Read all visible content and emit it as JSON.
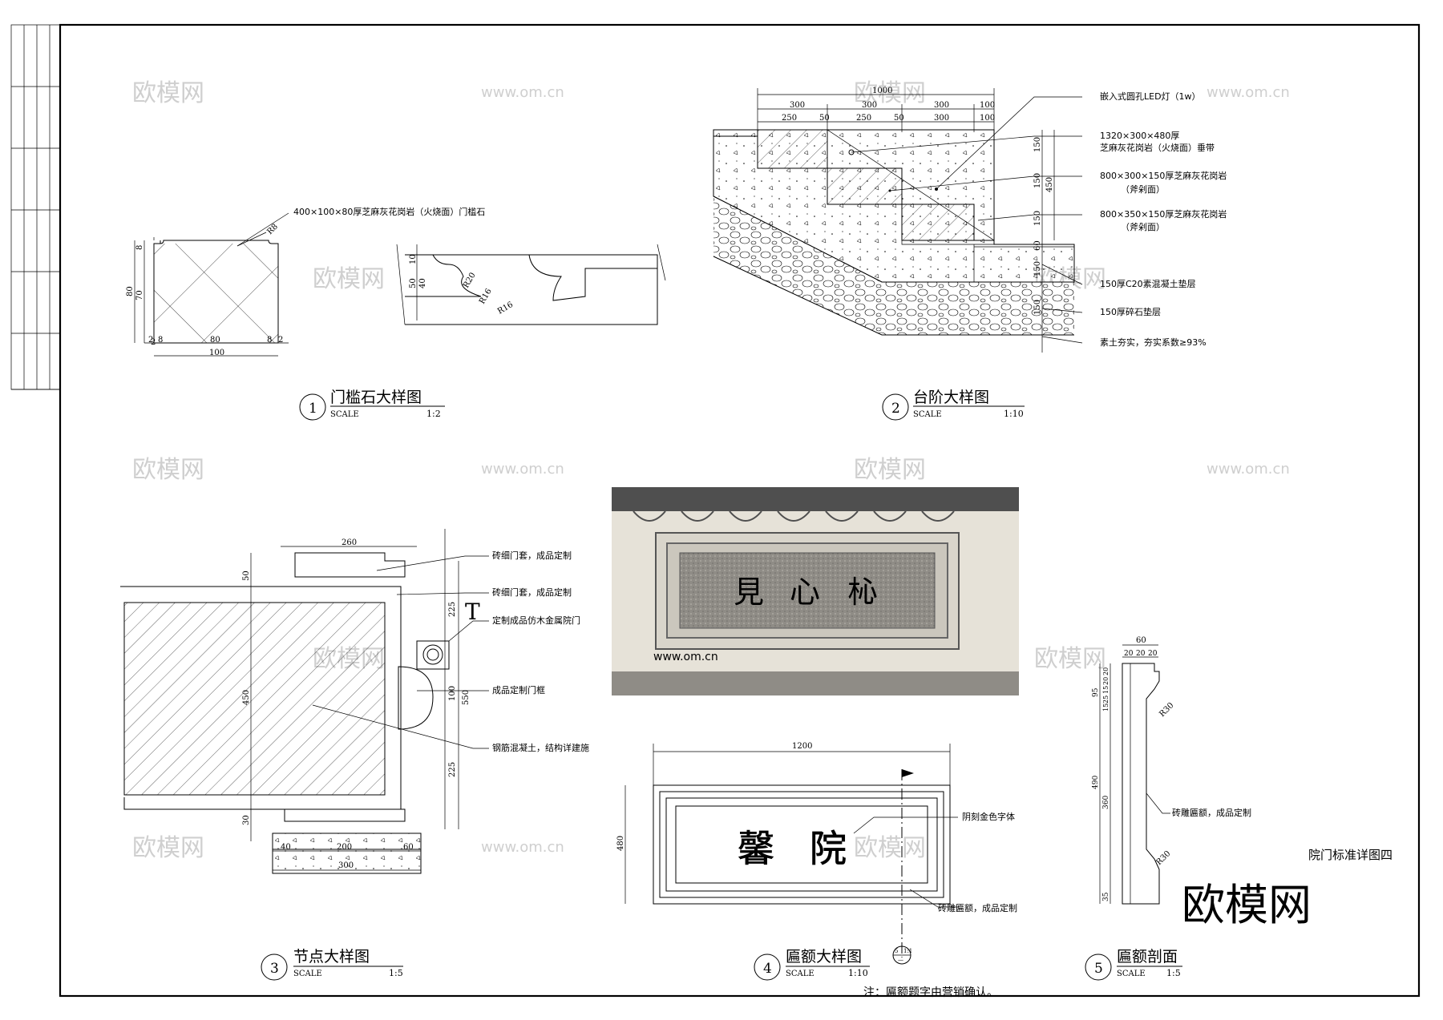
{
  "watermarks": {
    "brand": "欧模网",
    "url": "www.om.cn",
    "big_brand": "欧模网"
  },
  "sheet_title": "院门标准详图四",
  "note": "注：匾额题字由营销确认。",
  "detail1": {
    "number": "1",
    "title": "门槛石大样图",
    "scale_label": "SCALE",
    "scale": "1:2",
    "callout": "400×100×80厚芝麻灰花岗岩（火烧面）门槛石",
    "dims": {
      "w_total": "100",
      "w_mid": "80",
      "w_side": "8",
      "w_edge": "2",
      "h_total": "80",
      "h_mid": "70",
      "h_top": "8",
      "h_bot": "2",
      "r_corner": "R8",
      "h50": "50",
      "h10": "10",
      "h40": "40",
      "r20": "R20",
      "r16a": "R16",
      "r16b": "R16"
    }
  },
  "detail2": {
    "number": "2",
    "title": "台阶大样图",
    "scale_label": "SCALE",
    "scale": "1:10",
    "dims_top": {
      "total": "1000",
      "row1": [
        "300",
        "300",
        "300",
        "100"
      ],
      "row2": [
        "250",
        "50",
        "250",
        "50",
        "300",
        "100"
      ]
    },
    "dims_right": [
      "150",
      "150",
      "150",
      "450",
      "60",
      "150",
      "150"
    ],
    "callouts": [
      "嵌入式圆孔LED灯（1w）",
      "1320×300×480厚",
      "芝麻灰花岗岩（火烧面）垂带",
      "800×300×150厚芝麻灰花岗岩",
      "（斧剁面）",
      "800×350×150厚芝麻灰花岗岩",
      "（斧剁面）",
      "150厚C20素混凝土垫层",
      "150厚碎石垫层",
      "素土夯实，夯实系数≥93%"
    ]
  },
  "detail3": {
    "number": "3",
    "title": "节点大样图",
    "scale_label": "SCALE",
    "scale": "1:5",
    "dims": {
      "top": "260",
      "left_top": "50",
      "left_mid": "450",
      "left_bot": "30",
      "right_a": "225",
      "right_b": "100",
      "right_c": "550",
      "right_d": "225",
      "bot_a": "40",
      "bot_b": "200",
      "bot_c": "60",
      "bot_total": "300"
    },
    "section_mark": "T",
    "callouts": [
      "砖细门套，成品定制",
      "砖细门套，成品定制",
      "定制成品仿木金属院门",
      "成品定制门框",
      "钢筋混凝土，结构详建施"
    ]
  },
  "photo": {
    "characters": [
      "見",
      "心",
      "杺"
    ],
    "watermark": "www.om.cn"
  },
  "detail4": {
    "number": "4",
    "title": "匾额大样图",
    "scale_label": "SCALE",
    "scale": "1:10",
    "width": "1200",
    "height": "480",
    "characters": [
      "馨",
      "院"
    ],
    "callouts": [
      "阴刻金色字体",
      "砖雕匾额，成品定制"
    ],
    "section_ref": {
      "top": "5",
      "right": "1:1",
      "bottom": "—"
    }
  },
  "detail5": {
    "number": "5",
    "title": "匾额剖面",
    "scale_label": "SCALE",
    "scale": "1:5",
    "dims_top": [
      "60",
      "20",
      "20",
      "20"
    ],
    "dims_left": [
      "20",
      "20",
      "15",
      "25",
      "15",
      "95",
      "360",
      "490",
      "35"
    ],
    "r_top": "R30",
    "r_bot": "R30",
    "callout": "砖雕匾额，成品定制"
  },
  "colors": {
    "line": "#000000",
    "watermark": "#cfcfcf",
    "photo_wall": "#e6e2d8",
    "photo_stone": "#8f8c86"
  }
}
